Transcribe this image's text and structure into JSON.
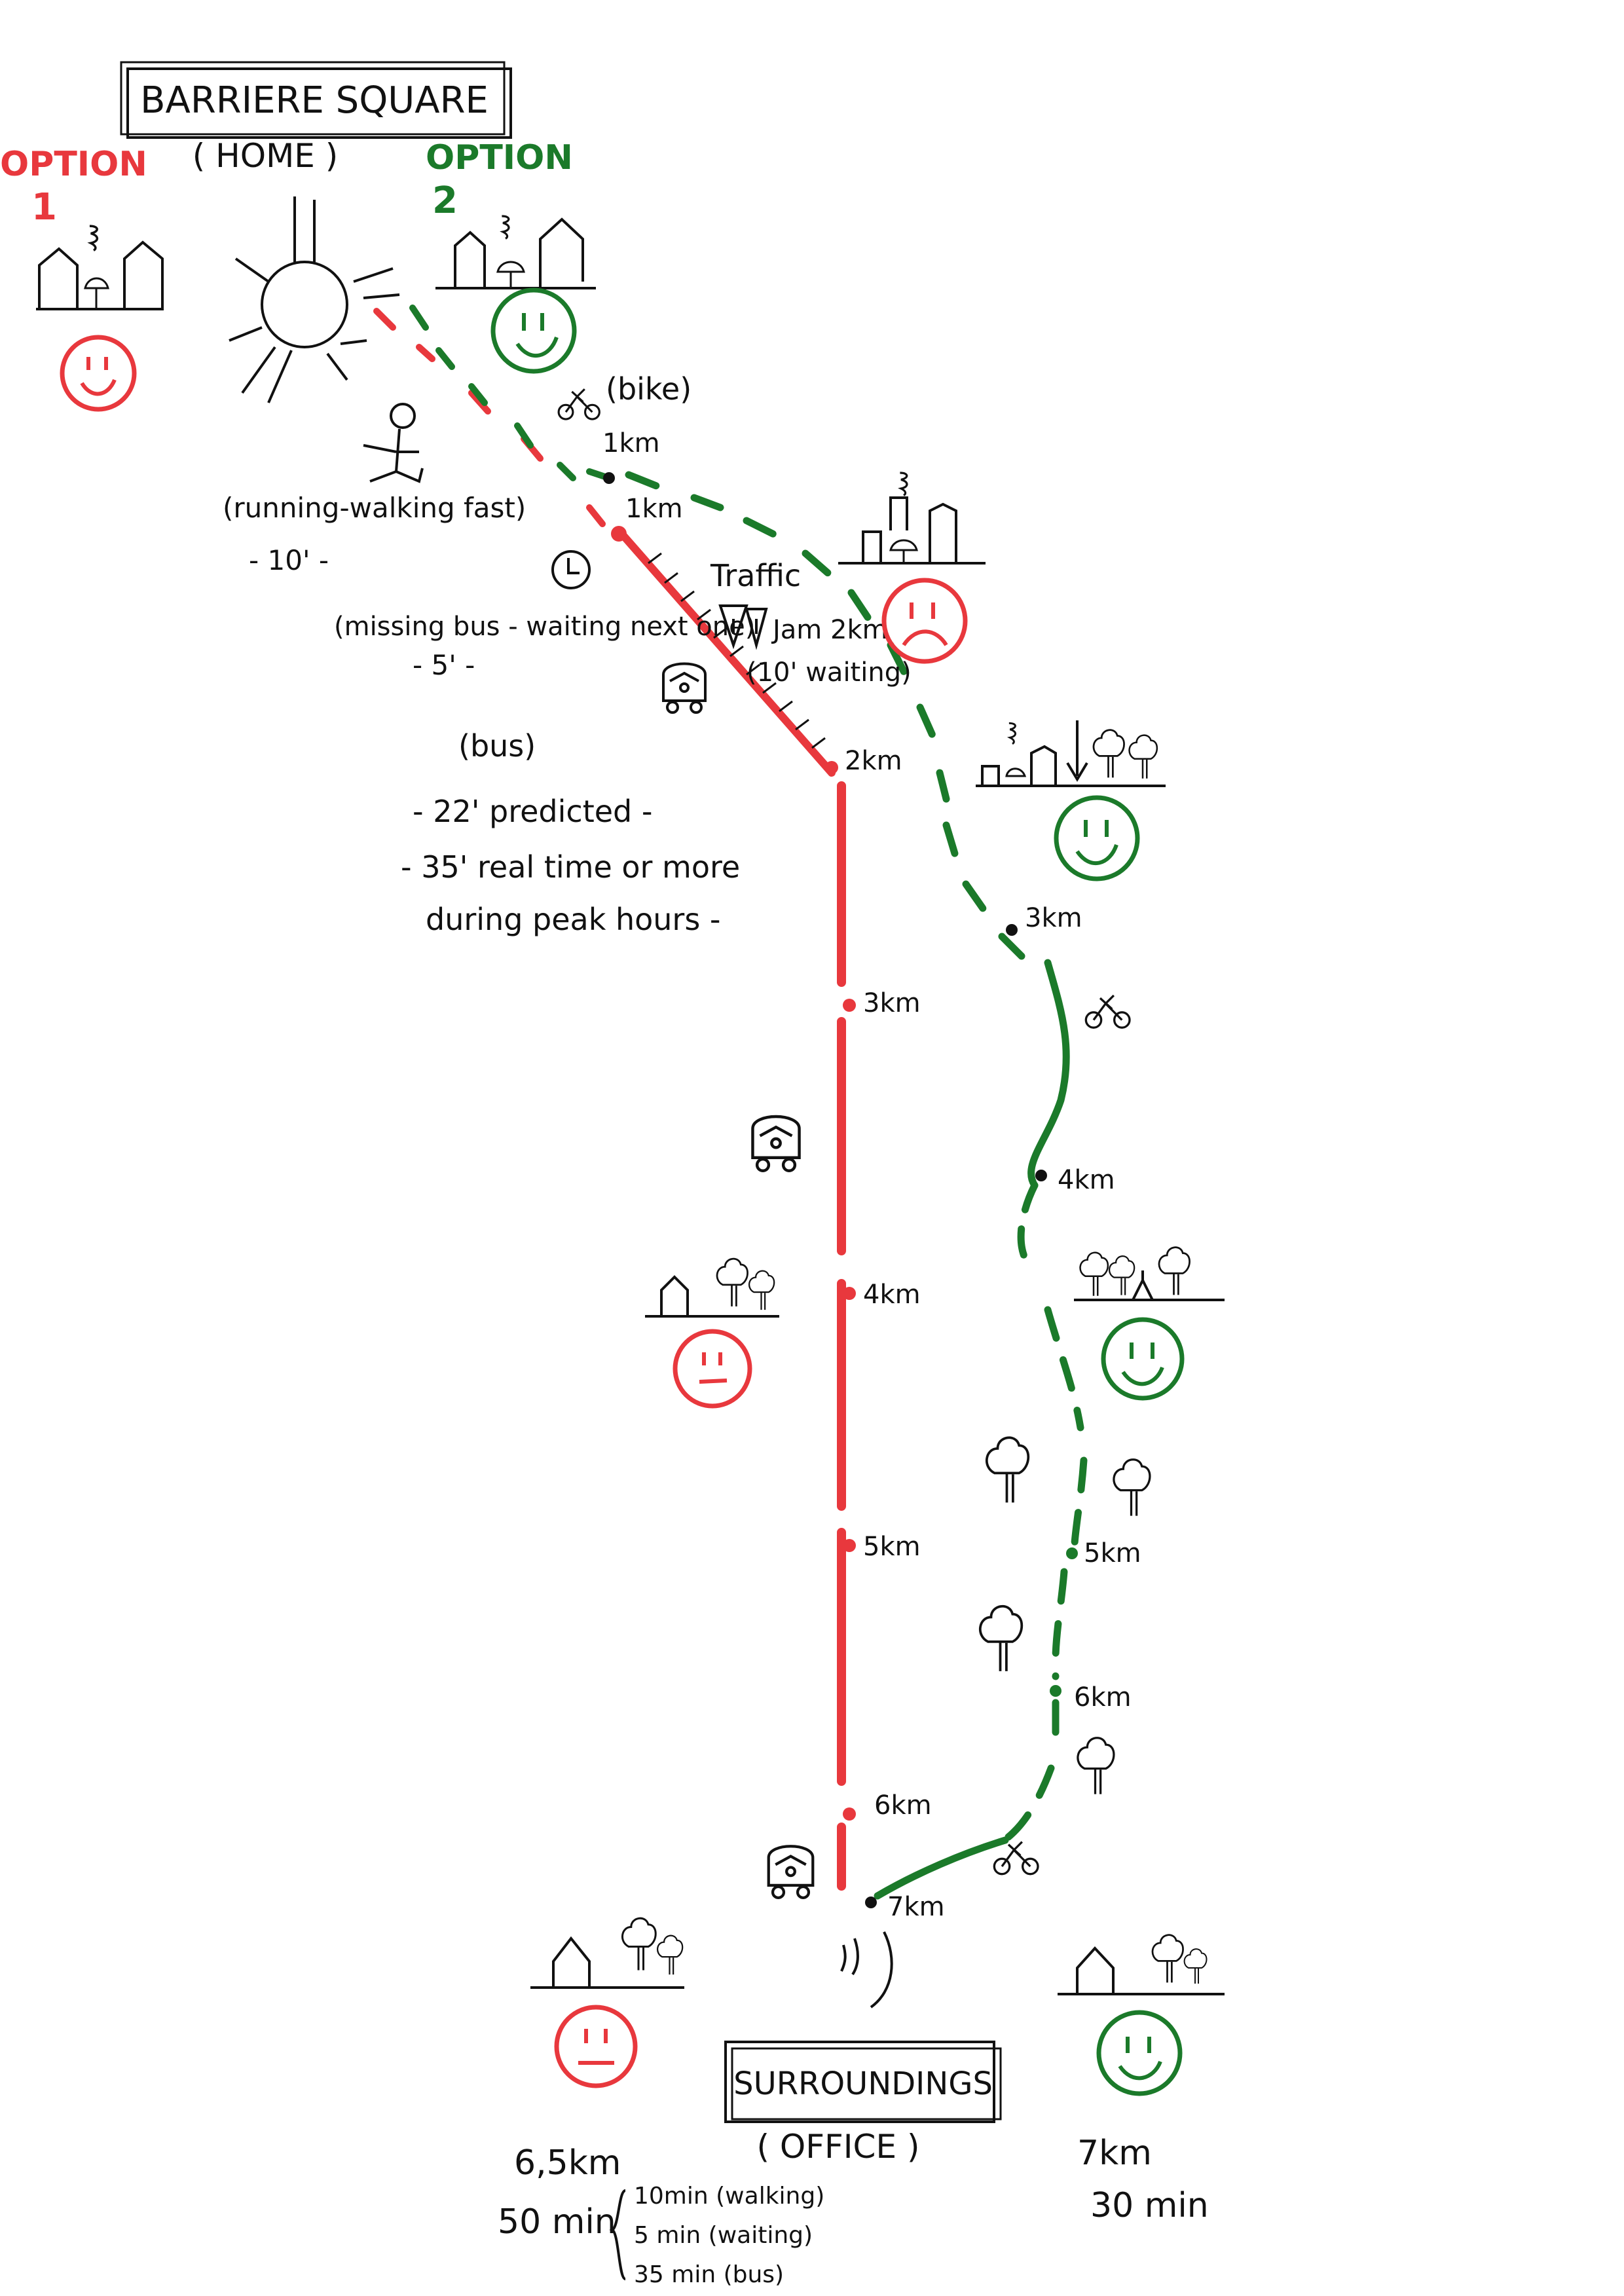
{
  "title": {
    "home_box": "BARRIERE SQUARE",
    "home_sub": "( HOME )",
    "office_box": "SURROUNDINGS",
    "office_sub": "( OFFICE )"
  },
  "options": {
    "option1": {
      "line1": "OPTION",
      "line2": "1"
    },
    "option2": {
      "line1": "OPTION",
      "line2": "2"
    }
  },
  "colors": {
    "red": "#e8383d",
    "green": "#1b7a2a",
    "ink": "#111111"
  },
  "bike_label": "(bike)",
  "walk_label": "(running-walking fast)",
  "walk_time": "- 10' -",
  "wait_label": "(missing bus - waiting next one)",
  "wait_time": "- 5' -",
  "traffic": {
    "label": "Traffic",
    "jam": "Jam 2km",
    "jam_wait": "(10' waiting)"
  },
  "bus_note": {
    "label": "(bus)",
    "line1": "- 22' predicted -",
    "line2": "- 35' real time or more",
    "line3": "during peak hours -"
  },
  "red_km": [
    "1km",
    "2km",
    "3km",
    "4km",
    "5km",
    "6km"
  ],
  "green_km": [
    "1km",
    "3km",
    "4km",
    "5km",
    "6km",
    "7km"
  ],
  "summary_red": {
    "distance": "6,5km",
    "total": "50 min",
    "breakdown": [
      "10min (walking)",
      "5 min (waiting)",
      "35 min (bus)"
    ]
  },
  "summary_green": {
    "distance": "7km",
    "total": "30 min"
  },
  "icons": {
    "sun": "sun-icon",
    "runner": "runner-icon",
    "clock": "clock-icon",
    "bus": "bus-icon",
    "bike": "bike-icon",
    "tree": "tree-icon",
    "house": "house-icon",
    "happy": "happy-face-icon",
    "sad": "sad-face-icon",
    "neutral": "neutral-face-icon",
    "warning": "warning-icon"
  }
}
